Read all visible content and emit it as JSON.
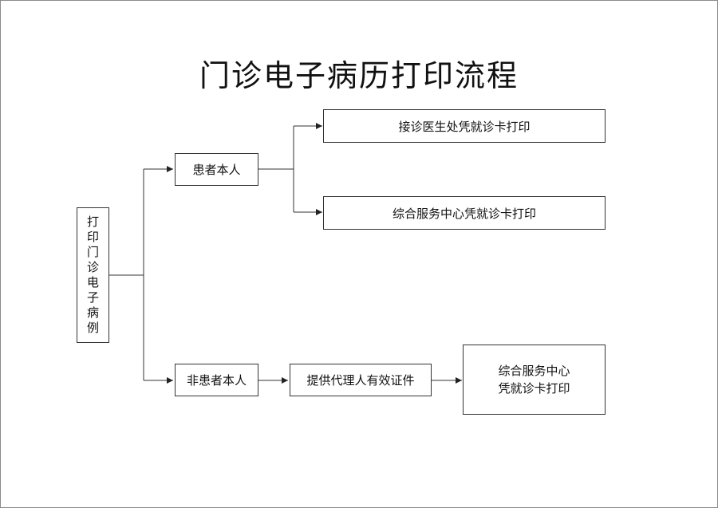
{
  "title": "门诊电子病历打印流程",
  "nodes": {
    "root": "打印门诊电子病例",
    "self": "患者本人",
    "nonself": "非患者本人",
    "doctor_print": "接诊医生处凭就诊卡打印",
    "service_print": "综合服务中心凭就诊卡打印",
    "provide_id": "提供代理人有效证件",
    "service_line1": "综合服务中心",
    "service_line2": "凭就诊卡打印"
  }
}
